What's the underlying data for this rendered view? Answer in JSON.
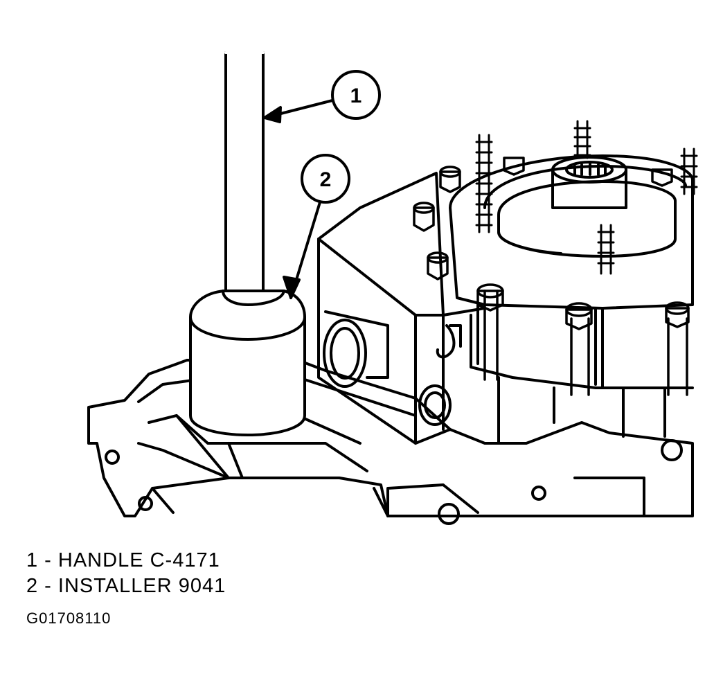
{
  "callouts": [
    {
      "number": "1"
    },
    {
      "number": "2"
    }
  ],
  "legend": [
    {
      "text": "1 - HANDLE C-4171"
    },
    {
      "text": "2 - INSTALLER 9041"
    }
  ],
  "figure_id": "G01708110",
  "colors": {
    "ink": "#000000",
    "paper": "#ffffff"
  }
}
